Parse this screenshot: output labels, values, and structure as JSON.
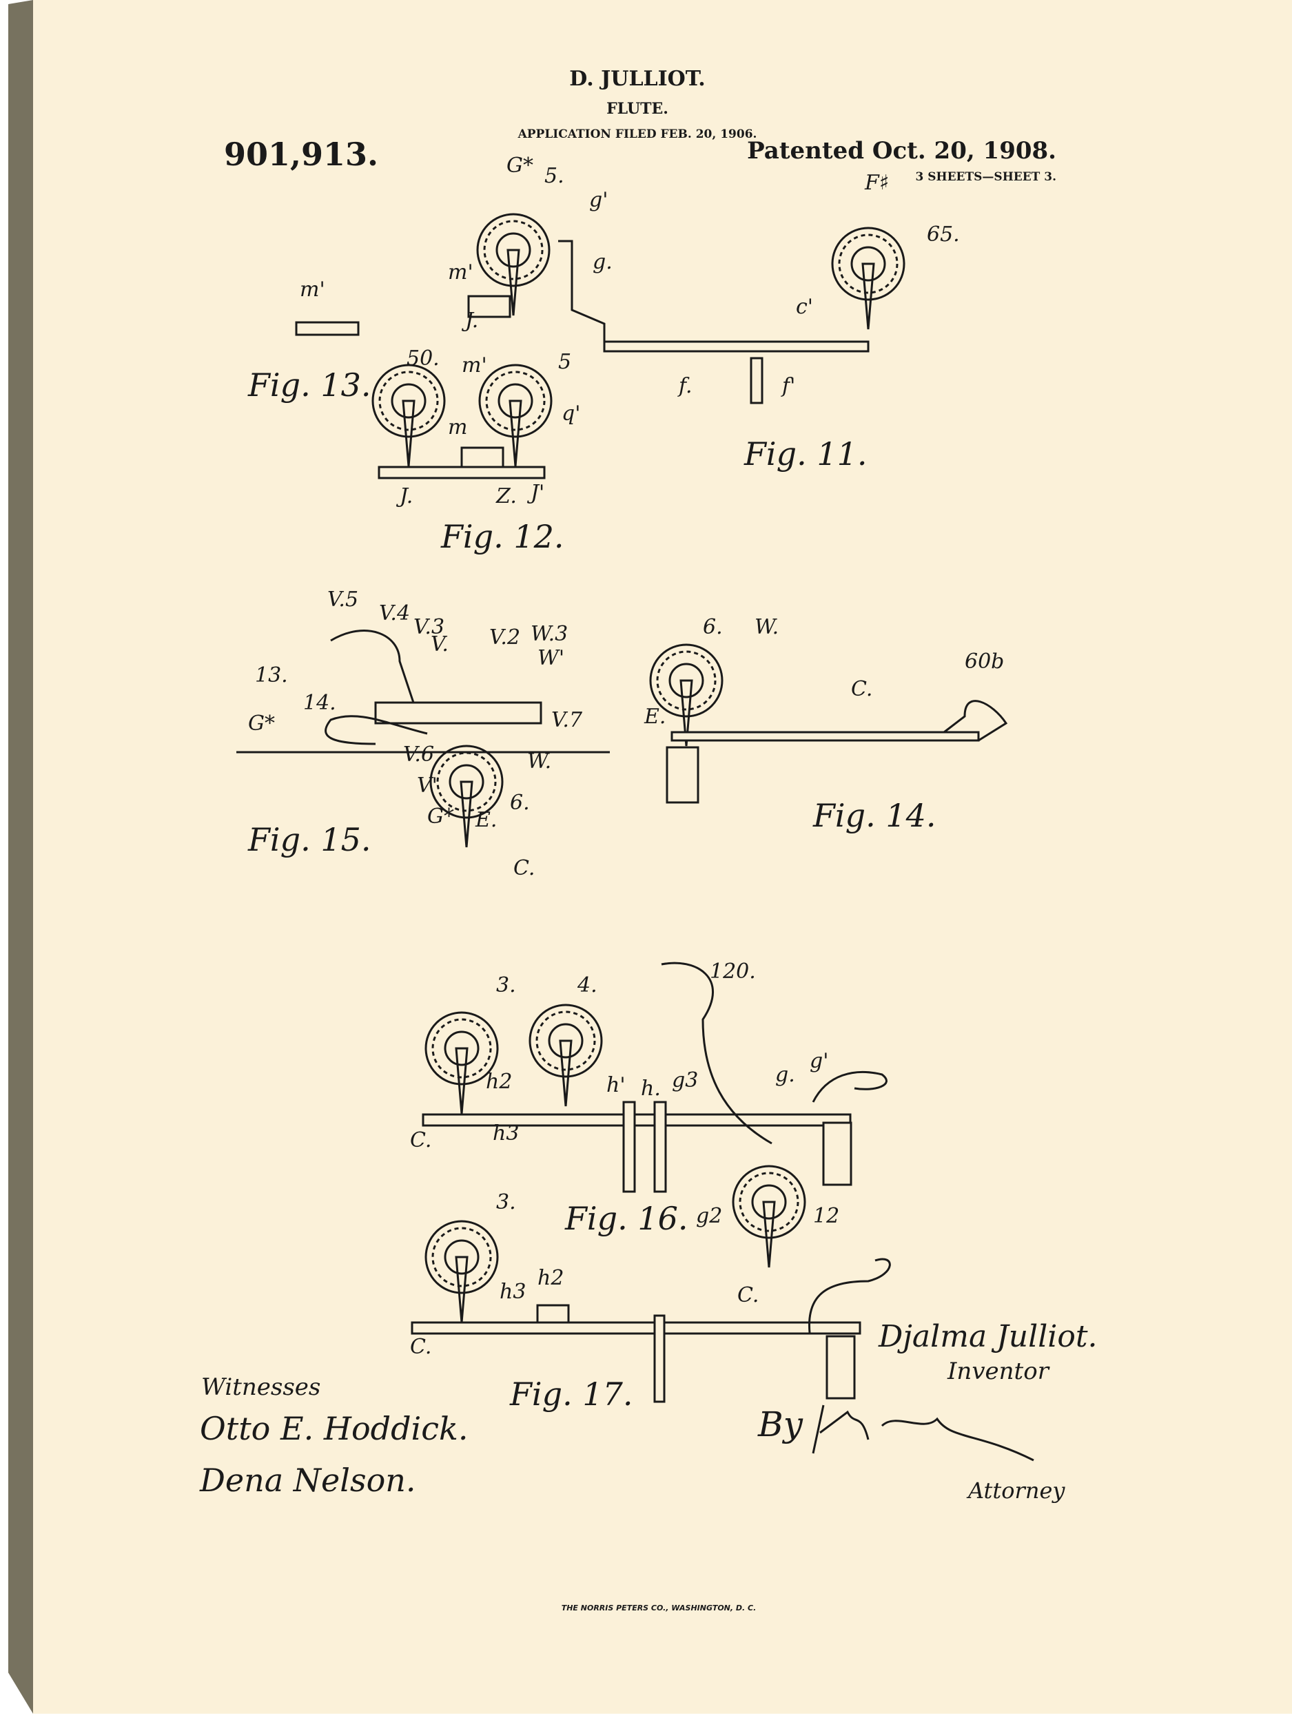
{
  "header": {
    "inventor": "D. JULLIOT.",
    "title": "FLUTE.",
    "application": "APPLICATION FILED FEB. 20, 1906.",
    "patent_number": "901,913.",
    "patented": "Patented Oct. 20, 1908.",
    "sheets": "3 SHEETS—SHEET 3."
  },
  "figures": {
    "fig11": "Fig. 11.",
    "fig12": "Fig. 12.",
    "fig13": "Fig. 13.",
    "fig14": "Fig. 14.",
    "fig15": "Fig. 15.",
    "fig16": "Fig. 16.",
    "fig17": "Fig. 17."
  },
  "labels": {
    "fig11": [
      "G*",
      "5.",
      "g'",
      "g.",
      "m'",
      "J.",
      "F♯",
      "65.",
      "c'",
      "f.",
      "f'"
    ],
    "fig13": [
      "m'"
    ],
    "fig12": [
      "50.",
      "m'",
      "5",
      "q'",
      "m",
      "J.",
      "Z.",
      "J'"
    ],
    "fig15": [
      "V.5",
      "V.4",
      "V.3",
      "V.",
      "V.2",
      "W.3",
      "W'",
      "13.",
      "14.",
      "G*",
      "V.7",
      "V.6",
      "V'",
      "W.",
      "6.",
      "G*",
      "E.",
      "C."
    ],
    "fig14": [
      "6.",
      "W.",
      "60b",
      "C.",
      "E."
    ],
    "fig16": [
      "3.",
      "4.",
      "120.",
      "h2",
      "h'",
      "h.",
      "g3",
      "g.",
      "g'",
      "C.",
      "h3",
      "g2",
      "12"
    ],
    "fig17": [
      "3.",
      "h3",
      "h2",
      "C.",
      "C."
    ]
  },
  "signatures": {
    "witnesses_label": "Witnesses",
    "witness1": "Otto E. Hoddick.",
    "witness2": "Dena Nelson.",
    "inventor_signature": "Djalma Julliot.",
    "inventor_label": "Inventor",
    "attorney_signature": "By",
    "attorney_label": "Attorney"
  },
  "footer": "THE NORRIS PETERS CO., WASHINGTON, D. C.",
  "colors": {
    "paper": "#fbf1d9",
    "ink": "#1a1a1a",
    "canvas_edge": "#77725f"
  }
}
